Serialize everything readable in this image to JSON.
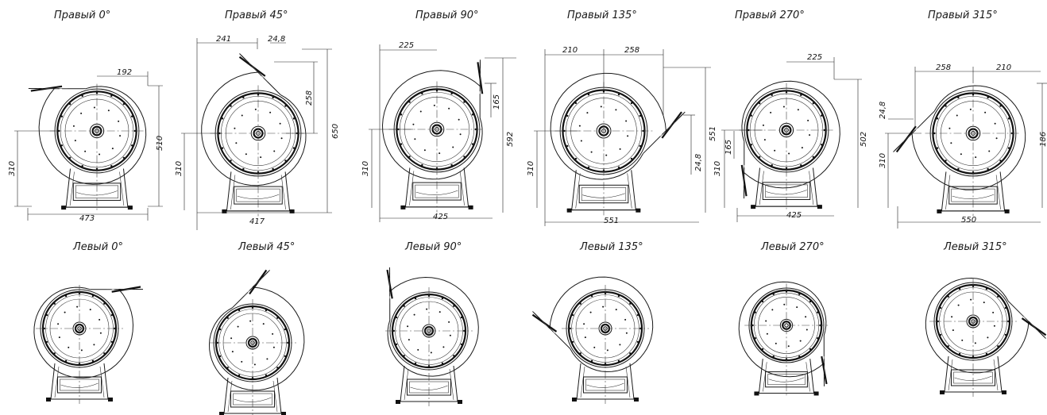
{
  "right_row_titles": [
    "Правый 0°",
    "Правый 45°",
    "Правый 90°",
    "Правый 135°",
    "Правый 270°",
    "Правый 315°"
  ],
  "left_row_titles": [
    "Левый 0°",
    "Левый 45°",
    "Левый 90°",
    "Левый 135°",
    "Левый 270°",
    "Левый 315°"
  ],
  "dimensions": {
    "r0": [
      "192",
      "510",
      "310",
      "473"
    ],
    "r45": [
      "241",
      "24,8",
      "258",
      "650",
      "310",
      "417"
    ],
    "r90": [
      "225",
      "165",
      "592",
      "310",
      "425"
    ],
    "r135": [
      "210",
      "258",
      "551",
      "24,8",
      "310",
      "551"
    ],
    "r270": [
      "225",
      "502",
      "165",
      "310",
      "425"
    ],
    "r315": [
      "258",
      "210",
      "24,8",
      "310",
      "550",
      "186"
    ]
  }
}
